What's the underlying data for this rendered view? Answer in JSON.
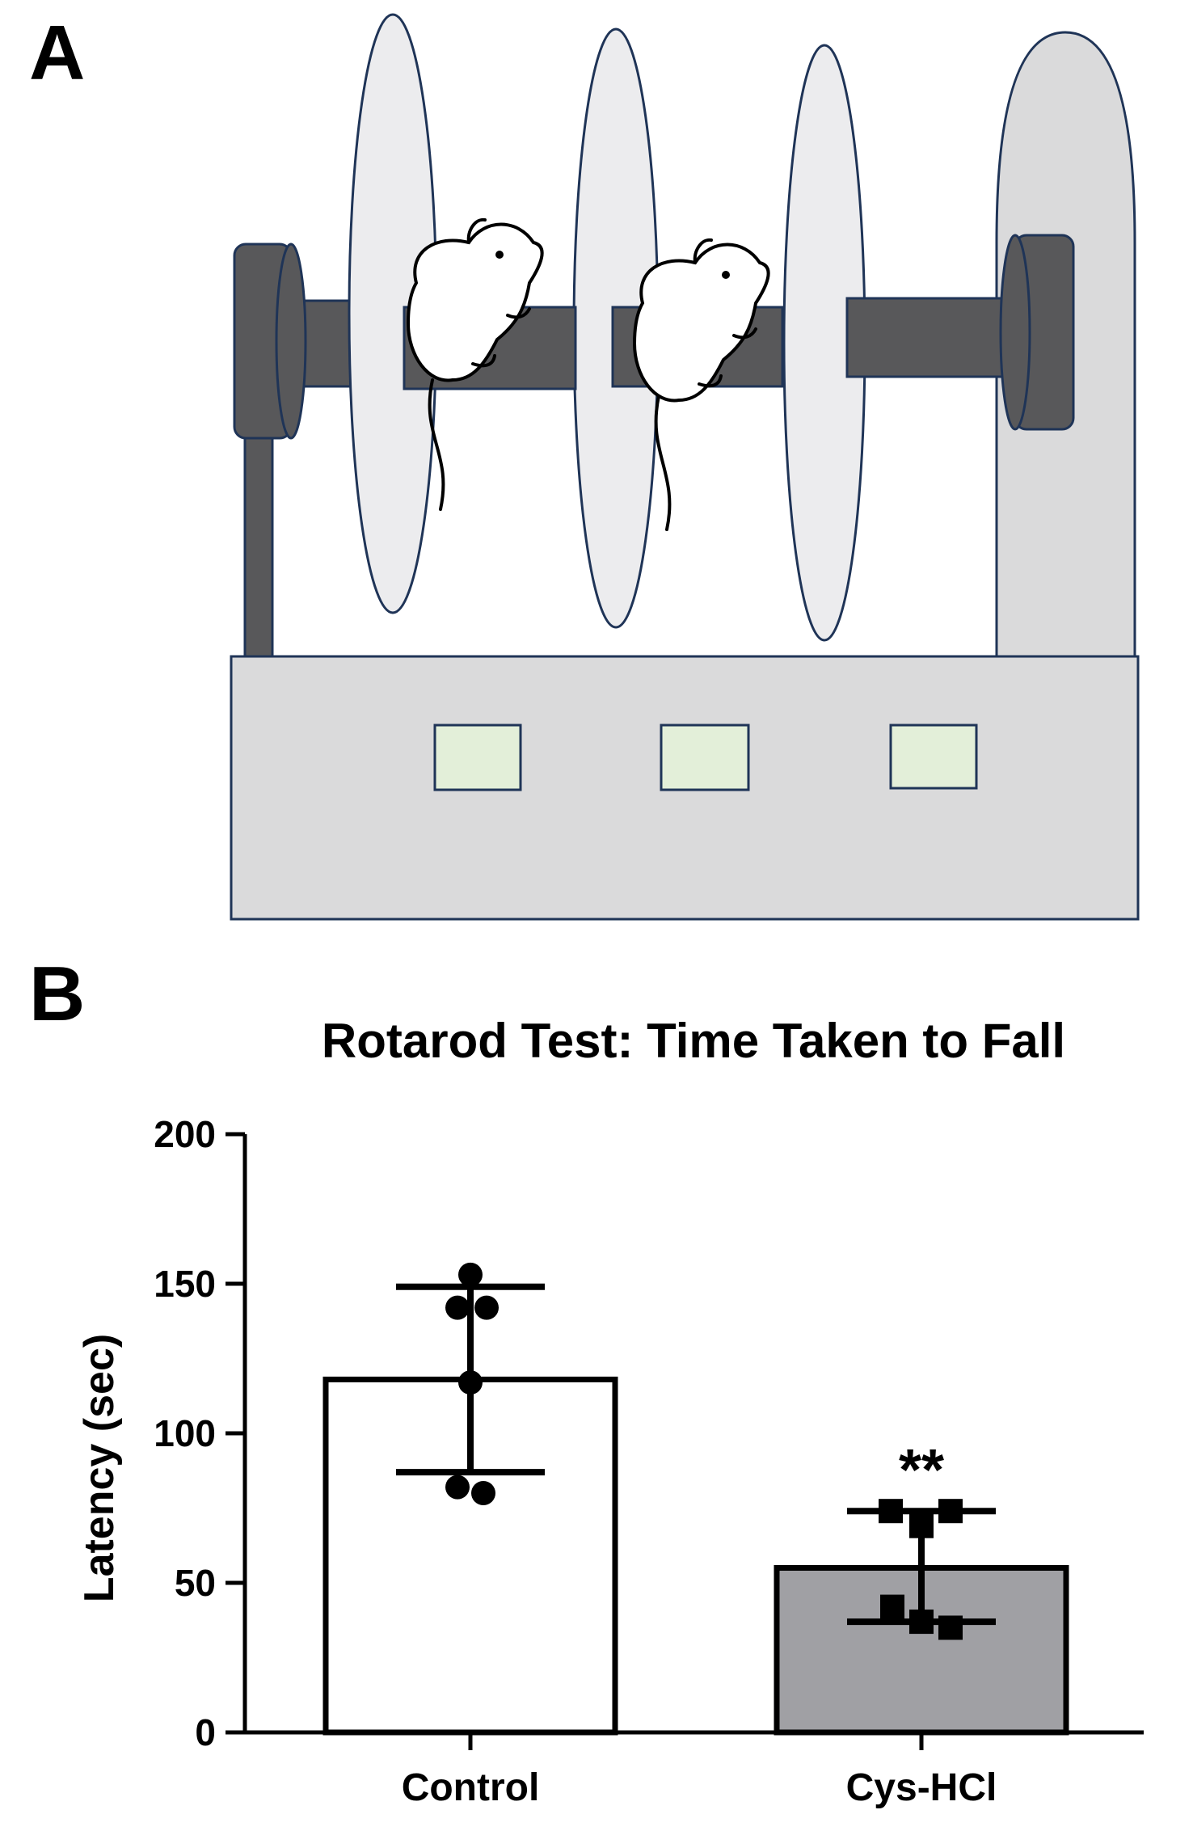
{
  "panels": {
    "a": {
      "letter": "A"
    },
    "b": {
      "letter": "B"
    }
  },
  "colors": {
    "axle": "#58585a",
    "disc": "#ececee",
    "base": "#dadadb",
    "display": "#e3efd9",
    "outline": "#1f3457",
    "control_bar": "#ffffff",
    "treated_bar": "#a0a0a4"
  },
  "chart_data": {
    "type": "bar",
    "title": "Rotarod Test: Time Taken to Fall",
    "xlabel": "",
    "ylabel": "Latency (sec)",
    "ylim": [
      0,
      200
    ],
    "yticks": [
      0,
      50,
      100,
      150,
      200
    ],
    "categories": [
      "Control",
      "Cys-HCl"
    ],
    "values": [
      118,
      55
    ],
    "error": [
      [
        87,
        149
      ],
      [
        37,
        74
      ]
    ],
    "points": [
      [
        153,
        142,
        142,
        117,
        82,
        80
      ],
      [
        74,
        74,
        69,
        42,
        37,
        35
      ]
    ],
    "markers": [
      "circle",
      "square"
    ],
    "annotations": [
      "",
      "**"
    ],
    "grid": false,
    "legend": "none"
  }
}
